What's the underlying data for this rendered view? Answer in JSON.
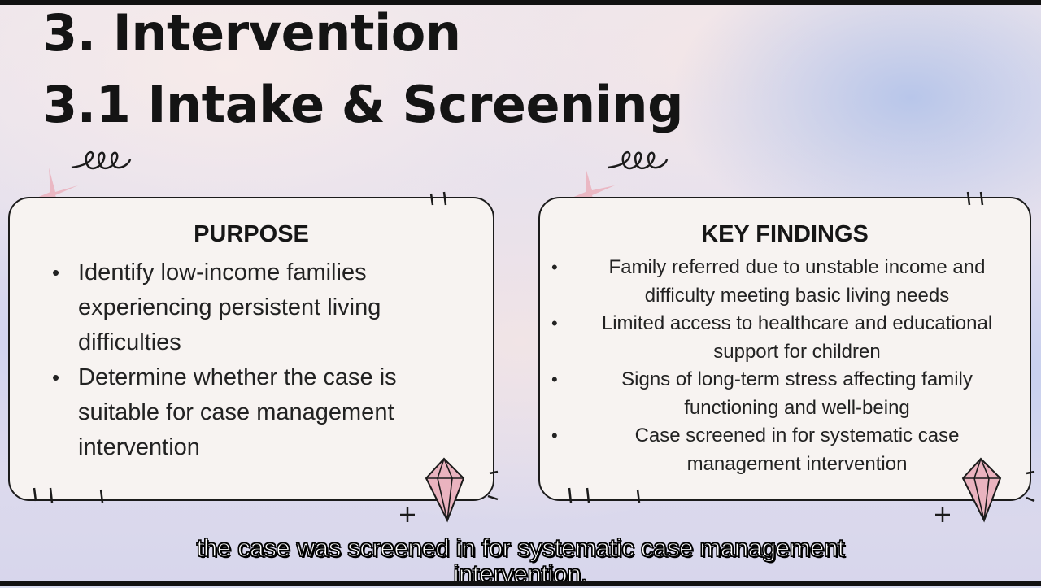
{
  "slide": {
    "title_line1": "3.  Intervention",
    "title_line2": "3.1 Intake & Screening"
  },
  "purpose_card": {
    "heading": "PURPOSE",
    "bullet_symbol": "•",
    "items": [
      "Identify low-income families experiencing persistent living difficulties",
      "Determine whether the case is suitable for case management intervention"
    ]
  },
  "findings_card": {
    "heading": "KEY FINDINGS",
    "bullet_symbol": "•",
    "items": [
      "Family referred due to unstable income and difficulty meeting basic living needs",
      "Limited access to healthcare and educational support for children",
      "Signs of long-term stress affecting family functioning and well-being",
      "Case screened in for systematic case management intervention"
    ]
  },
  "subtitles": {
    "line1": "the case was screened in for systematic case management",
    "line2": "intervention."
  },
  "colors": {
    "text": "#141414",
    "card_bg": "#f7f3f1",
    "accent_pink": "#eab3bf"
  },
  "icons": [
    "sparkle-icon",
    "squiggle-icon",
    "diamond-icon",
    "plus-icon"
  ]
}
